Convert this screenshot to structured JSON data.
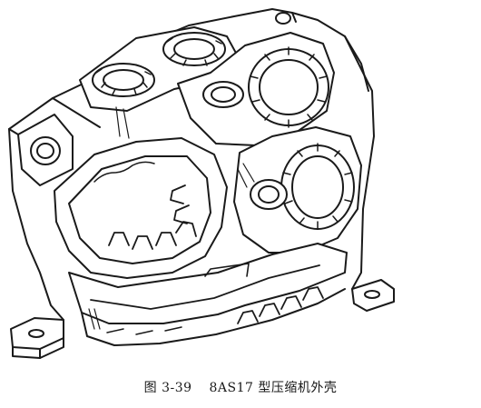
{
  "figure": {
    "number": "图 3-39",
    "title": "8AS17 型压缩机外壳",
    "subject": "compressor-casing-drawing"
  }
}
